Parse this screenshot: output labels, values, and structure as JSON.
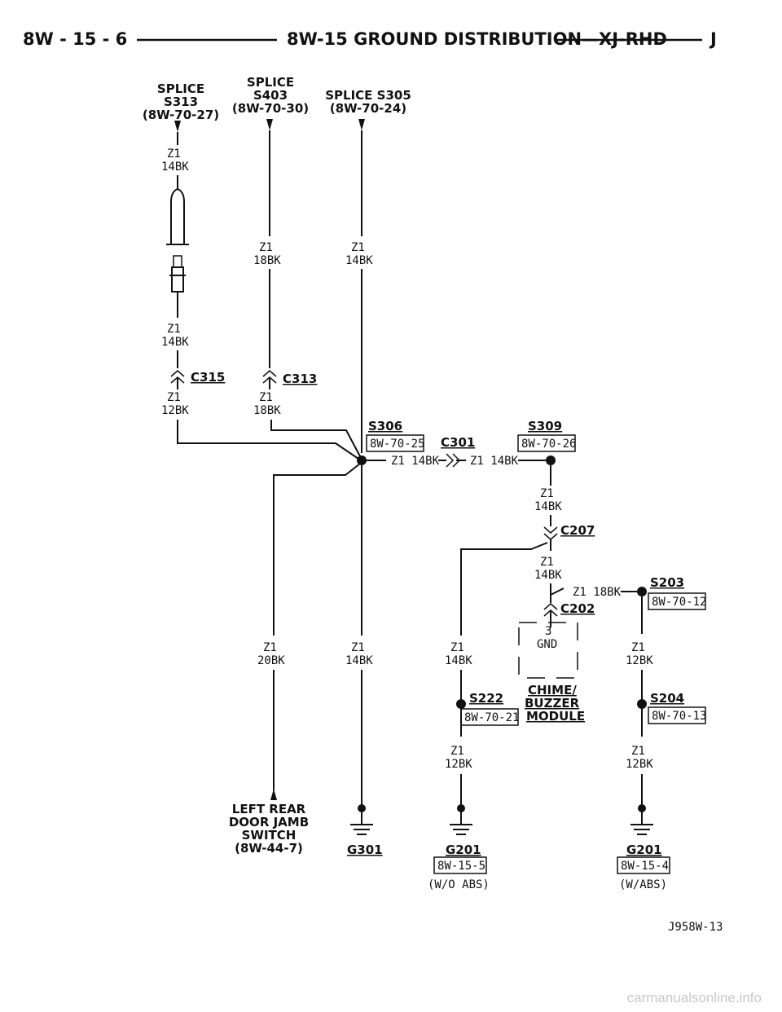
{
  "header": {
    "page_number": "8W - 15 - 6",
    "title": "8W-15 GROUND DISTRIBUTION—XJ-RHD",
    "model": "J"
  },
  "top_splices": {
    "s313": [
      "SPLICE",
      "S313",
      "(8W-70-27)"
    ],
    "s403": [
      "SPLICE",
      "S403",
      "(8W-70-30)"
    ],
    "s305": [
      "SPLICE S305",
      "(8W-70-24)"
    ]
  },
  "wire_labels": {
    "w1": [
      "Z1",
      "14BK"
    ],
    "w2": [
      "Z1",
      "14BK"
    ],
    "w3": [
      "Z1",
      "12BK"
    ],
    "w4": [
      "Z1",
      "18BK"
    ],
    "w5": [
      "Z1",
      "18BK"
    ],
    "w6": [
      "Z1",
      "14BK"
    ],
    "w7_horiz": "Z1 14BK",
    "w8_horiz": "Z1 14BK",
    "w9": [
      "Z1",
      "14BK"
    ],
    "w10": [
      "Z1",
      "14BK"
    ],
    "w11_horiz": "Z1 18BK",
    "w12": [
      "Z1",
      "20BK"
    ],
    "w13": [
      "Z1",
      "14BK"
    ],
    "w14": [
      "Z1",
      "14BK"
    ],
    "w15": [
      "Z1",
      "12BK"
    ],
    "w16": [
      "Z1",
      "12BK"
    ],
    "w17": [
      "Z1",
      "12BK"
    ]
  },
  "connectors": {
    "c315": "C315",
    "c313": "C313",
    "c301": "C301",
    "c207": "C207",
    "c202": "C202"
  },
  "splices": {
    "s306": {
      "name": "S306",
      "ref": "8W-70-25"
    },
    "s309": {
      "name": "S309",
      "ref": "8W-70-26"
    },
    "s203": {
      "name": "S203",
      "ref": "8W-70-12"
    },
    "s222": {
      "name": "S222",
      "ref": "8W-70-21"
    },
    "s204": {
      "name": "S204",
      "ref": "8W-70-13"
    }
  },
  "module": {
    "pin": "3",
    "pin_name": "GND",
    "name": [
      "CHIME/",
      "BUZZER",
      "MODULE"
    ]
  },
  "switch": [
    "LEFT REAR",
    "DOOR JAMB",
    "SWITCH",
    "(8W-44-7)"
  ],
  "grounds": {
    "g301": {
      "name": "G301"
    },
    "g201a": {
      "name": "G201",
      "ref": "8W-15-5",
      "note": "(W/O ABS)"
    },
    "g201b": {
      "name": "G201",
      "ref": "8W-15-4",
      "note": "(W/ABS)"
    }
  },
  "figure_id": "J958W-13",
  "watermark": "carmanualsonline.info"
}
